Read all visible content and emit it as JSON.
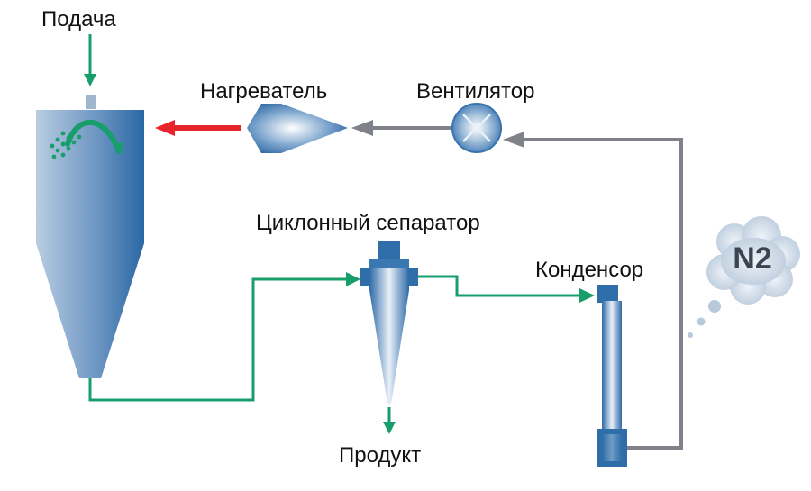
{
  "labels": {
    "feed": "Подача",
    "heater": "Нагреватель",
    "fan": "Вентилятор",
    "cyclone": "Циклонный сепаратор",
    "condenser": "Конденсор",
    "product": "Продукт",
    "n2": "N2"
  },
  "colors": {
    "flow_green": "#1a9e6e",
    "recycle_gray": "#7f8288",
    "hot_air_red": "#e8242b",
    "equipment_blue": "#2f6ea8",
    "n2_cloud": "#bccdde"
  }
}
